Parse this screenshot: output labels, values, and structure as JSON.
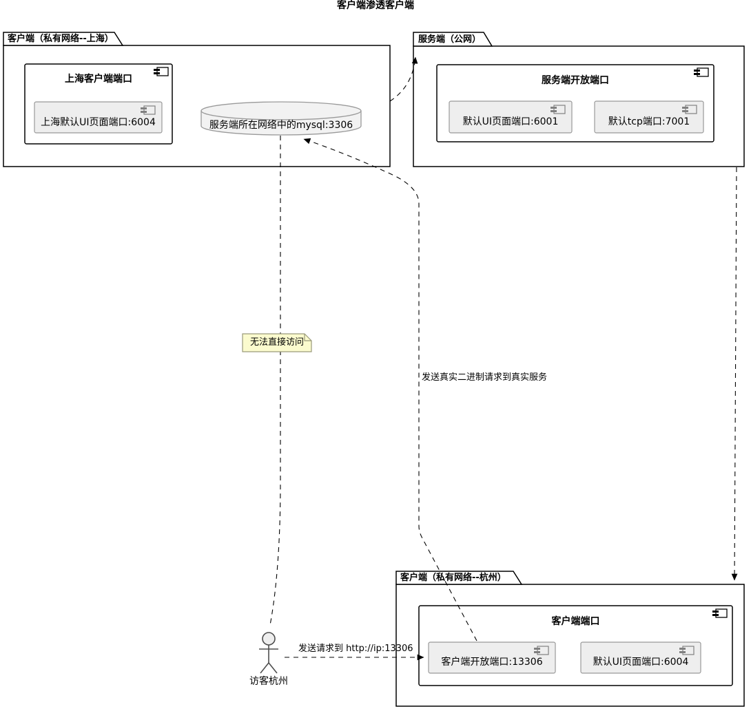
{
  "diagram": {
    "title": "客户端渗透客户端",
    "type": "plantuml-component-diagram"
  },
  "packages": {
    "shanghai": {
      "label": "客户端（私有网络--上海）",
      "component": {
        "title": "上海客户端端口",
        "ports": [
          {
            "label": "上海默认UI页面端口:6004"
          }
        ]
      }
    },
    "server": {
      "label": "服务端（公网）",
      "component": {
        "title": "服务端开放端口",
        "ports": [
          {
            "label": "默认UI页面端口:6001"
          },
          {
            "label": "默认tcp端口:7001"
          }
        ]
      }
    },
    "hangzhou": {
      "label": "客户端（私有网络--杭州）",
      "component": {
        "title": "客户端端口",
        "ports": [
          {
            "label": "客户端开放端口:13306"
          },
          {
            "label": "默认UI页面端口:6004"
          }
        ]
      }
    }
  },
  "database": {
    "label": "服务端所在网络中的mysql:3306"
  },
  "actor": {
    "label": "访客杭州"
  },
  "note": {
    "text": "无法直接访问"
  },
  "edges": {
    "binary_request_label": "发送真实二进制请求到真实服务",
    "http_request_label": "发送请求到 http://ip:13306"
  },
  "colors": {
    "box_border": "#000000",
    "box_fill": "#ffffff",
    "port_fill": "#eeeeee",
    "port_border": "#999999",
    "db_fill": "#f2f2f2",
    "db_border": "#999999",
    "note_fill": "#fbfbce",
    "note_border": "#9a9a7a",
    "edge": "#000000"
  }
}
